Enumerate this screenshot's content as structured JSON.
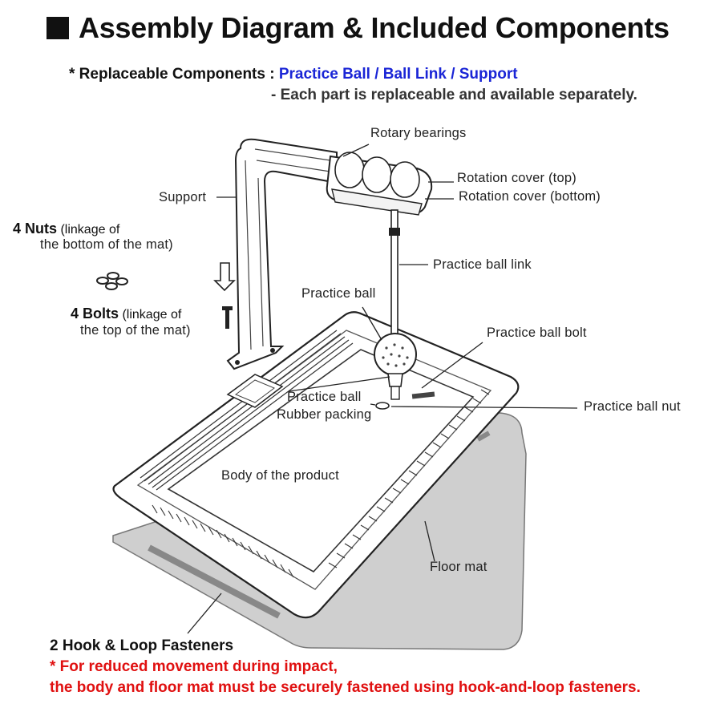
{
  "header": {
    "title": "Assembly Diagram & Included Components",
    "replaceable_prefix": "* Replaceable Components : ",
    "replaceable_items": "Practice Ball / Ball Link / Support",
    "separately_note": "- Each part is replaceable and available separately."
  },
  "labels": {
    "rotary_bearings": "Rotary bearings",
    "rotation_cover_top": "Rotation cover (top)",
    "rotation_cover_bottom": "Rotation cover (bottom)",
    "support": "Support",
    "practice_ball_link": "Practice ball link",
    "practice_ball": "Practice ball",
    "practice_ball_bolt": "Practice ball bolt",
    "practice_ball_rubber_packing_1": "Practice ball",
    "practice_ball_rubber_packing_2": "Rubber packing",
    "practice_ball_nut": "Practice ball nut",
    "body_of_product": "Body of the product",
    "floor_mat": "Floor mat",
    "nuts_bold": "4 Nuts",
    "nuts_note_1": " (linkage of",
    "nuts_note_2": "the bottom of the mat)",
    "bolts_bold": "4 Bolts",
    "bolts_note_1": " (linkage of",
    "bolts_note_2": "the top of the mat)"
  },
  "footer": {
    "fasteners": "2 Hook & Loop Fasteners",
    "note_line1": "* For reduced movement during impact,",
    "note_line2": "the body and floor mat must be securely fastened using hook-and-loop fasteners."
  },
  "colors": {
    "blue_accent": "#1a25d6",
    "warning_red": "#e01010",
    "mat_gray": "#cfcfcf"
  }
}
